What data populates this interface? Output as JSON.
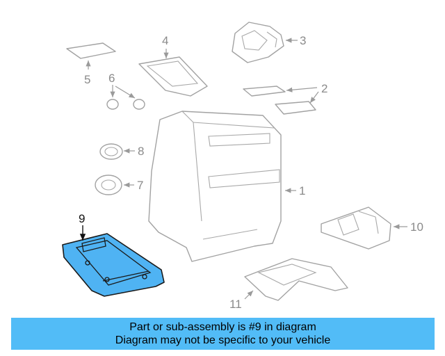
{
  "callouts": {
    "c1": "1",
    "c2": "2",
    "c3": "3",
    "c4": "4",
    "c5": "5",
    "c6": "6",
    "c7": "7",
    "c8": "8",
    "c9": "9",
    "c10": "10",
    "c11": "11"
  },
  "highlighted_part": "9",
  "colors": {
    "highlight": "#4fb3f3",
    "banner": "#52bcf7",
    "line": "#a2a2a2"
  },
  "banner": {
    "line1": "Part or sub-assembly is #9 in diagram",
    "line2": "Diagram may not be specific to your vehicle"
  }
}
